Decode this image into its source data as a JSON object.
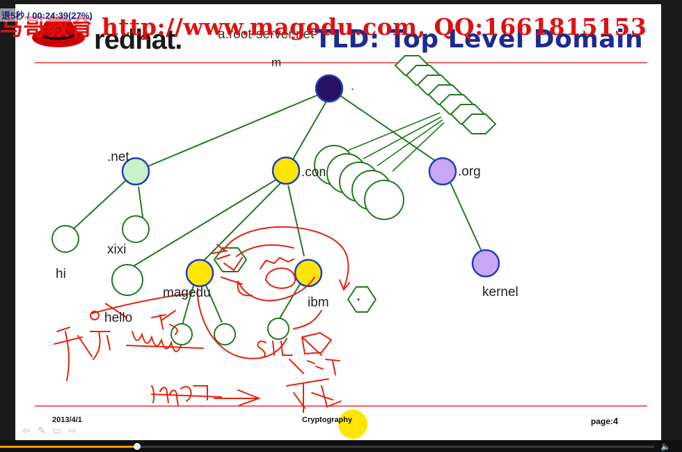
{
  "overlay": {
    "timer": "退5秒 / 00:24:39(27%)",
    "watermark": "马哥教育 http://www.magedu.com, QQ:1661815153"
  },
  "slide": {
    "logo_text": "redhat.",
    "root_server_label": "a.root-server.net",
    "title": "TLD: Top Level Domain",
    "nodes": {
      "m": "m",
      "root_dot": ".",
      "net": ".net",
      "com": ".com",
      "org": ".org",
      "xixi": "xixi",
      "hi": "hi",
      "hello": "hello",
      "magedu": "magedu",
      "ibm": "ibm",
      "kernel": "kernel"
    },
    "footer": {
      "date": "2013/4/1",
      "center": "Cryptography",
      "page_label": "page:",
      "page_number": "4"
    }
  },
  "player": {
    "progress": 0.21,
    "volume_icon": "speaker-icon"
  },
  "colors": {
    "tree_line": "#1f7a1f",
    "ink": "#e0240e",
    "node_stroke": "#1f3fbf",
    "root_fill": "#2a1060",
    "net_fill": "#c8f2c8",
    "gold_fill": "#ffe600",
    "org_fill": "#c8a8f5",
    "title": "#1d2b8f"
  }
}
